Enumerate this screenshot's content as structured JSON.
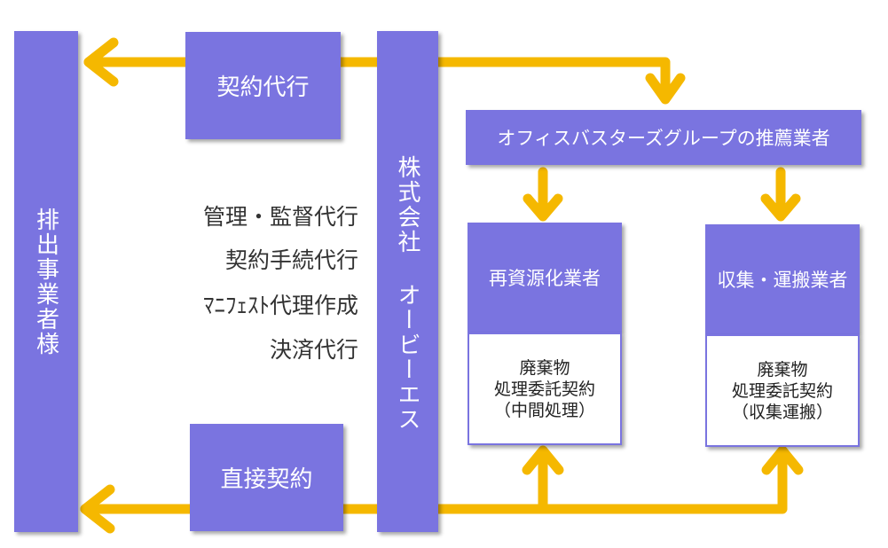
{
  "left_panel": {
    "label": "排出事業者様"
  },
  "center_panel": {
    "label": "株式会社 オービーエス"
  },
  "contract_agency": {
    "label": "契約代行"
  },
  "direct_contract": {
    "label": "直接契約"
  },
  "services": [
    "管理・監督代行",
    "契約手続代行",
    "ﾏﾆﾌｪｽﾄ代理作成",
    "決済代行"
  ],
  "group_box": {
    "label": "オフィスバスターズグループの推薦業者"
  },
  "recycler": {
    "label": "再資源化業者",
    "contract_lines": [
      "廃棄物",
      "処理委託契約",
      "（中間処理）"
    ]
  },
  "collector": {
    "label": "収集・運搬業者",
    "contract_lines": [
      "廃棄物",
      "処理委託契約",
      "（収集運搬）"
    ]
  },
  "colors": {
    "box": "#7a74e0",
    "arrow": "#f5b800"
  }
}
